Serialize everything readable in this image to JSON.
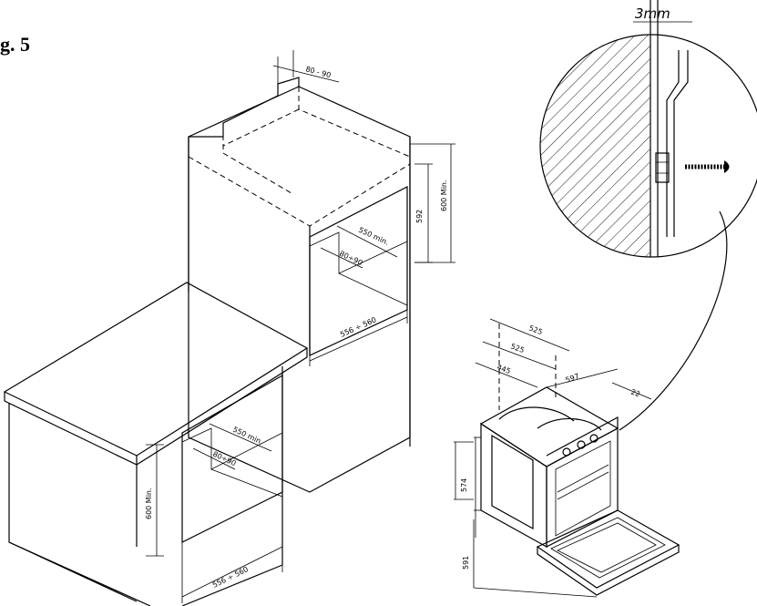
{
  "figure_label": "g. 5",
  "dimensions": {
    "tall_depth_gap": "80 - 90",
    "tall_height": "592",
    "tall_cavity_height": "600 Min.",
    "tall_inner_depth": "550 min.",
    "tall_vent": "80÷90",
    "tall_width": "556 ÷ 560",
    "base_inner_depth": "550 min.",
    "base_vent": "80÷90",
    "base_cavity_height": "600 Min.",
    "base_width": "556 ÷ 560",
    "oven_depth_total": "525",
    "oven_depth_body": "525",
    "oven_depth_inner": "445",
    "oven_width": "597",
    "oven_front": "22",
    "oven_body_height": "574",
    "oven_total_height": "591",
    "gap": "3mm"
  }
}
